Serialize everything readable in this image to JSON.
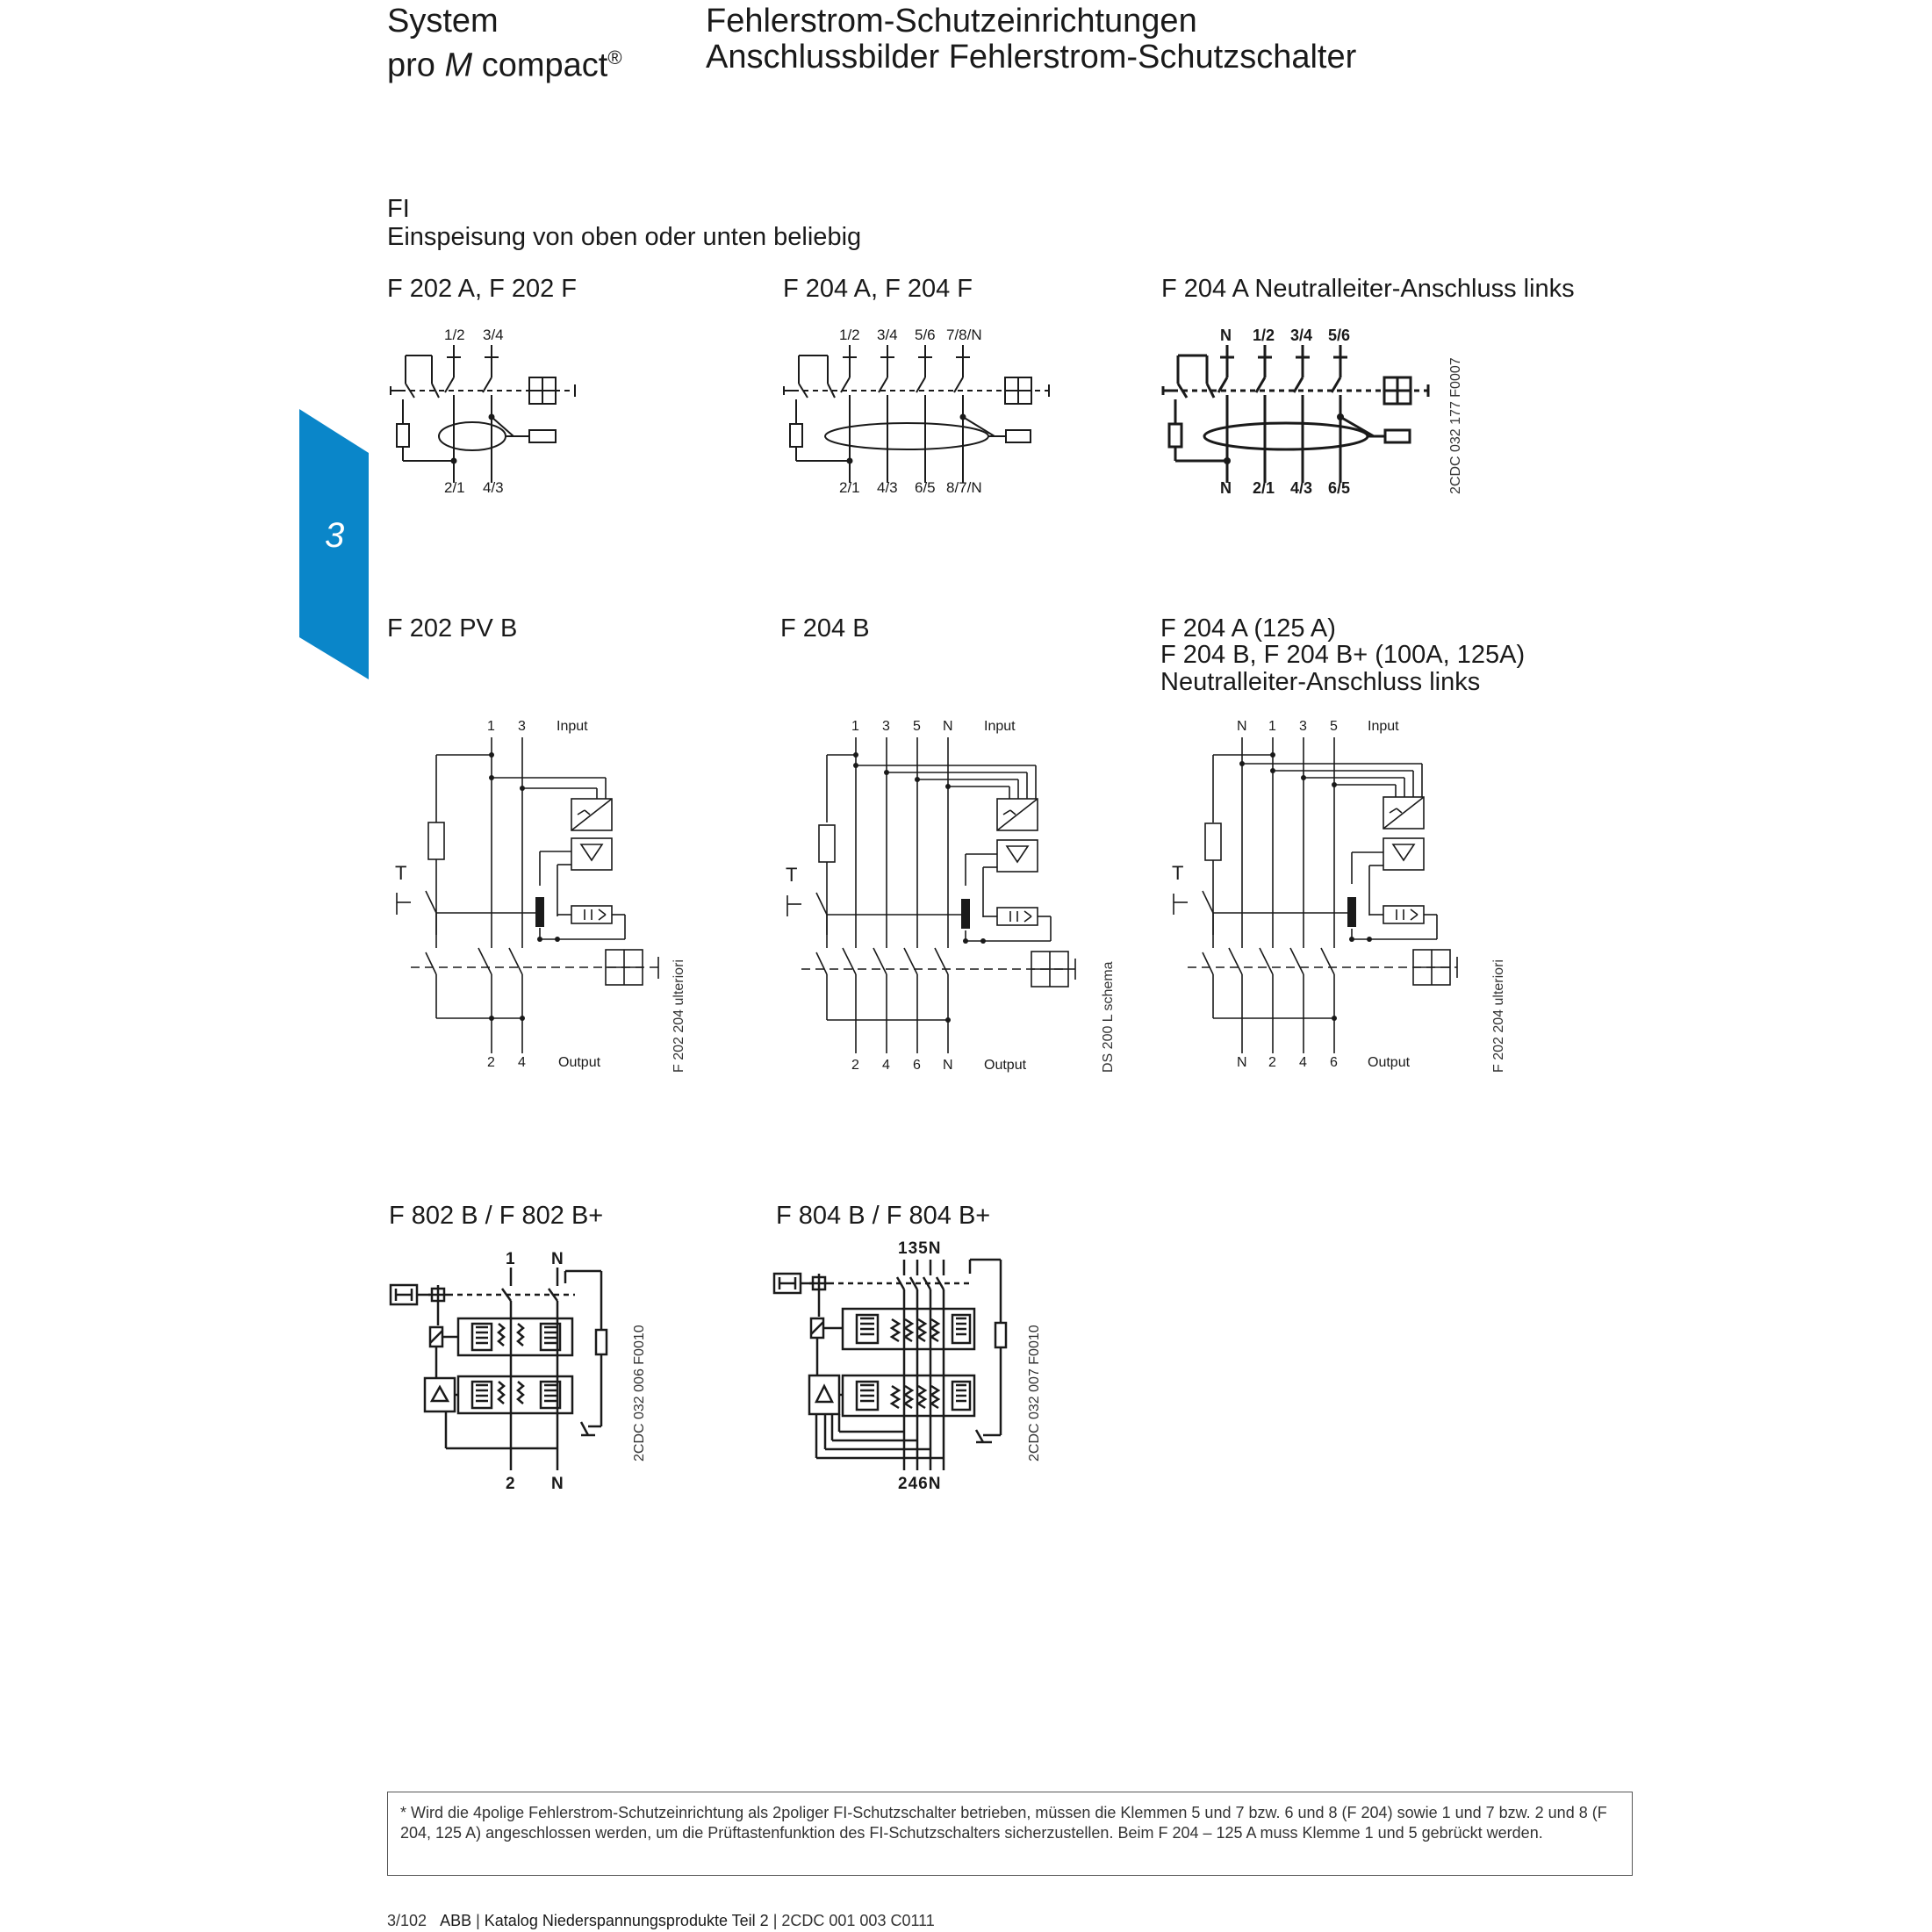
{
  "header": {
    "left_line1": "System",
    "left_line2_a": "pro ",
    "left_line2_b": "M",
    "left_line2_c": " compact",
    "left_line2_sup": "®",
    "right_line1": "Fehlerstrom-Schutzeinrichtungen",
    "right_line2": "Anschlussbilder Fehlerstrom-Schutzschalter"
  },
  "section": {
    "title": "FI",
    "subtitle": "Einspeisung von oben oder unten beliebig"
  },
  "chapter_tab": {
    "label": "3",
    "color": "#0a86c9"
  },
  "diagrams": {
    "d1": {
      "title": "F 202 A, F 202 F",
      "top": [
        "1/2",
        "3/4"
      ],
      "bottom": [
        "2/1",
        "4/3"
      ]
    },
    "d2": {
      "title": "F 204 A, F 204 F",
      "top": [
        "1/2",
        "3/4",
        "5/6",
        "7/8/N"
      ],
      "bottom": [
        "2/1",
        "4/3",
        "6/5",
        "8/7/N"
      ]
    },
    "d3": {
      "title": "F 204 A Neutralleiter-Anschluss links",
      "top": [
        "N",
        "1/2",
        "3/4",
        "5/6"
      ],
      "bottom": [
        "N",
        "2/1",
        "4/3",
        "6/5"
      ],
      "code": "2CDC 032 177 F0007"
    },
    "d4": {
      "title": "F 202 PV B",
      "top": [
        "1",
        "3"
      ],
      "input": "Input",
      "bottom": [
        "2",
        "4"
      ],
      "output": "Output",
      "t_label": "T",
      "code": "F 202 204 ulteriori"
    },
    "d5": {
      "title": "F 204 B",
      "top": [
        "1",
        "3",
        "5",
        "N"
      ],
      "input": "Input",
      "bottom": [
        "2",
        "4",
        "6",
        "N"
      ],
      "output": "Output",
      "t_label": "T",
      "code": "DS 200 L schema"
    },
    "d6": {
      "title_line1": "F 204 A (125 A)",
      "title_line2": "F 204 B, F 204 B+ (100A, 125A)",
      "title_line3": "Neutralleiter-Anschluss links",
      "top": [
        "N",
        "1",
        "3",
        "5"
      ],
      "input": "Input",
      "bottom": [
        "N",
        "2",
        "4",
        "6"
      ],
      "output": "Output",
      "t_label": "T",
      "code": "F 202 204 ulteriori"
    },
    "d7": {
      "title": "F 802 B / F 802 B+",
      "top": [
        "1",
        "N"
      ],
      "bottom": [
        "2",
        "N"
      ],
      "code": "2CDC 032 006 F0010"
    },
    "d8": {
      "title": "F 804 B / F 804 B+",
      "top": "135N",
      "bottom": "246N",
      "code": "2CDC 032 007 F0010"
    }
  },
  "footnote": "* Wird die 4polige Fehlerstrom-Schutzeinrichtung als 2poliger FI-Schutzschalter betrieben, müssen die Klemmen 5 und 7 bzw. 6 und 8 (F 204) sowie 1 und 7 bzw. 2 und 8 (F 204, 125 A) angeschlossen werden, um die Prüftastenfunktion des FI-Schutzschalters sicherzustellen. Beim F 204 – 125 A muss Klemme 1 und 5 gebrückt werden.",
  "footer": {
    "page": "3/102",
    "brand": "ABB",
    "catalog": "Katalog Niederspannungsprodukte Teil 2",
    "doc": "2CDC 001 003 C0111"
  }
}
